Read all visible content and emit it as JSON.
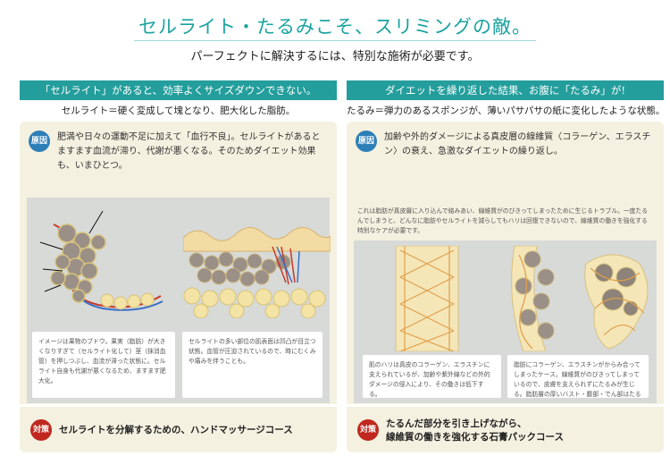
{
  "header": {
    "title": "セルライト・たるみこそ、スリミングの敵。",
    "subtitle": "パーフェクトに解決するには、特別な施術が必要です。"
  },
  "left": {
    "band": "「セルライト」があると、効率よくサイズダウンできない。",
    "lead": "セルライト＝硬く変成して塊となり、肥大化した脂肪。",
    "cause_badge": "原因",
    "cause_text": "肥満や日々の運動不足に加えて「血行不良」。セルライトがあるとますます血流が滞り、代謝が悪くなる。そのためダイエット効果も、いまひとつ。",
    "note1": "イメージは果物のブドウ。果実（脂肪）が大きくなりすぎて（セルライト化して）茎（抹消血管）を押しつぶし、血流が滞った状態に。セルライト自身も代謝が悪くなるため、ますます肥大化。",
    "note2": "セルライトの多い部位の肌表面は凹凸が目立つ状態。血管が圧迫されているので、時にむくみや痛みを伴うことも。",
    "action_badge": "対策",
    "action_text": "セルライトを分解するための、ハンドマッサージコース"
  },
  "right": {
    "band": "ダイエットを繰り返した結果、お腹に「たるみ」が!",
    "lead": "たるみ＝弾力のあるスポンジが、薄いパサパサの紙に変化したような状態。",
    "cause_badge": "原因",
    "cause_text": "加齢や外的ダメージによる真皮層の線維質〈コラーゲン、エラスチン〉の衰え、急激なダイエットの繰り返し。",
    "detail": "これは脂肪が真皮層に入り込んで絡みあい、線維質がのびきってしまったために生じるトラブル。一度たるんでしまうと、どんなに脂肪やセルライトを減らしてもハリは回復できないので、線維質の働きを強化する特別なケアが必要です。",
    "note1": "肌のハリは真皮のコラーゲン、エラスチンに支えられているが、加齢や紫外線などの外的ダメージの侵入により、その働きは低下する。",
    "note2": "脂肪にコラーゲン、エラスチンがからみ合ってしまったケース。線維質がのびきってしまっているので、皮膚を支えられずにたるみが生じる。脂肪層の厚いバスト・腹部・でん部はたるみやすいので要注意。",
    "action_badge": "対策",
    "action_text_1": "たるんだ部分を引き上げながら、",
    "action_text_2": "線維質の働きを強化する石膏パックコース"
  },
  "colors": {
    "accent": "#239e9c",
    "title": "#1aa3a0",
    "cause": "#2d7fb8",
    "action": "#c0281f",
    "panel": "#f5f1e0"
  }
}
